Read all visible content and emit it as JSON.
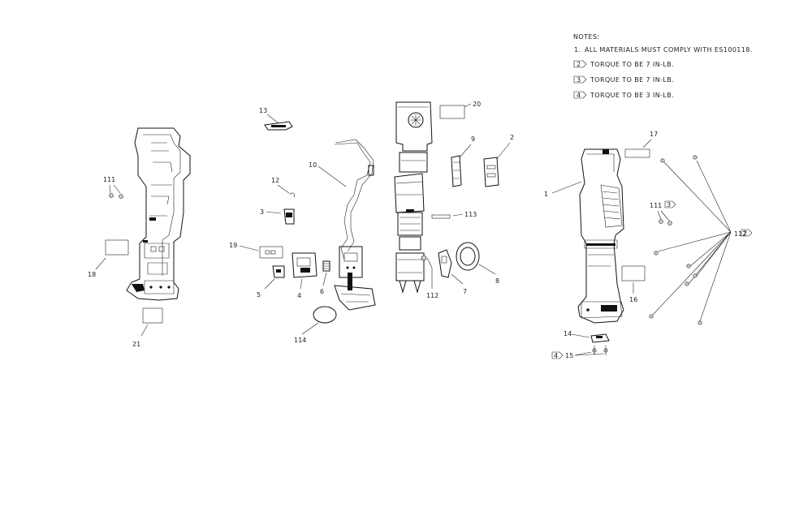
{
  "notes": {
    "heading": "NOTES:",
    "lines": [
      {
        "prefix": "1.",
        "text": "ALL MATERIALS MUST COMPLY WITH ES100118."
      },
      {
        "prefix": "2",
        "text": "TORQUE TO BE 7 IN-LB."
      },
      {
        "prefix": "3",
        "text": "TORQUE TO BE 7 IN-LB."
      },
      {
        "prefix": "4",
        "text": "TORQUE TO BE 3 IN-LB."
      }
    ]
  },
  "callouts": {
    "c1": "1",
    "c2": "2",
    "c3": "3",
    "c4": "4",
    "c5": "5",
    "c6": "6",
    "c7": "7",
    "c8": "8",
    "c9": "9",
    "c10": "10",
    "c12": "12",
    "c13": "13",
    "c14": "14",
    "c15": "15",
    "c15_flag": "4",
    "c16": "16",
    "c17": "17",
    "c18": "18",
    "c19": "19",
    "c20": "20",
    "c21": "21",
    "c111_left": "111",
    "c111_right": "111",
    "c111_flag": "3",
    "c112_screws": "112",
    "c112_flag": "2",
    "c112_mid": "112",
    "c113": "113",
    "c114": "114"
  }
}
